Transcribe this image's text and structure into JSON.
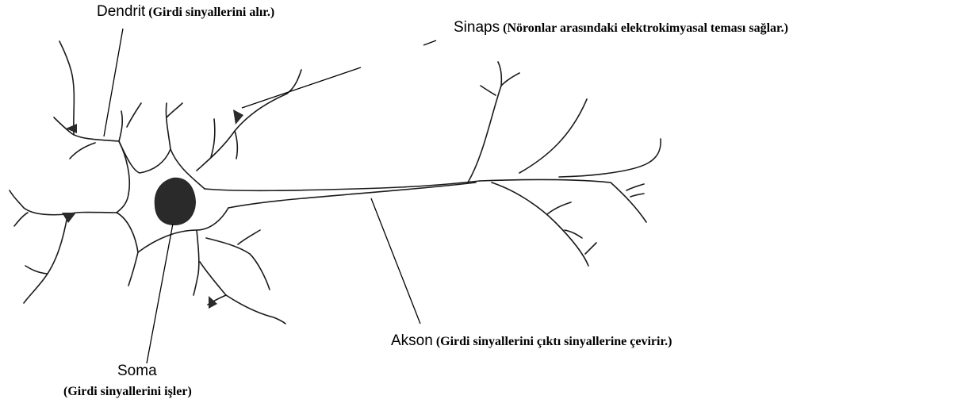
{
  "labels": {
    "dendrit": {
      "term": "Dendrit",
      "desc": "(Girdi sinyallerini alır.)"
    },
    "sinaps": {
      "term": "Sinaps",
      "desc": "(Nöronlar arasındaki elektrokimyasal teması sağlar.)"
    },
    "akson": {
      "term": "Akson",
      "desc": "(Girdi sinyallerini çıktı sinyallerine çevirir.)"
    },
    "soma": {
      "term": "Soma",
      "desc": "(Girdi sinyallerini işler)"
    }
  },
  "colors": {
    "line": "#1a1a1a",
    "nucleus": "#2a2a2a",
    "background": "#ffffff"
  }
}
